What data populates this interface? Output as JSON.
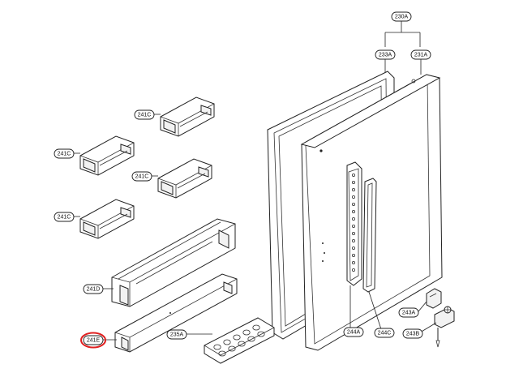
{
  "labels": {
    "l230A": "230A",
    "l233A": "233A",
    "l231A": "231A",
    "l241C_1": "241C",
    "l241C_2": "241C",
    "l241C_3": "241C",
    "l241C_4": "241C",
    "l241D": "241D",
    "l241E": "241E",
    "l235A": "235A",
    "l244A": "244A",
    "l244C": "244C",
    "l243A": "243A",
    "l243B": "243B"
  },
  "highlighted_label": "241E",
  "colors": {
    "highlight": "#e02020",
    "line": "#222222"
  }
}
